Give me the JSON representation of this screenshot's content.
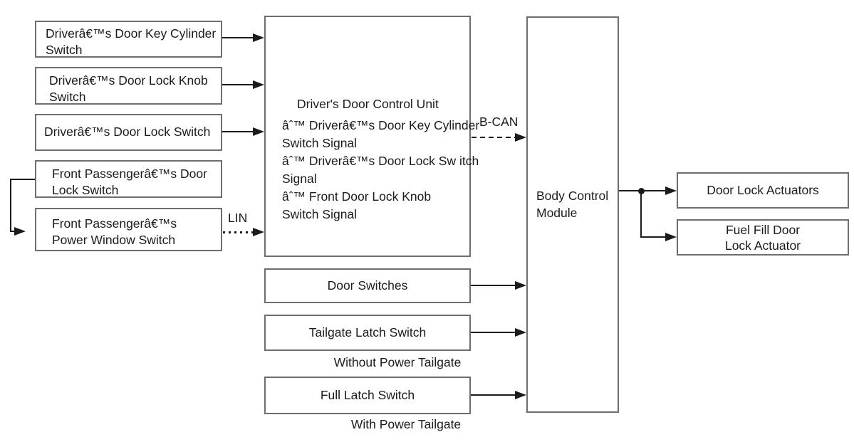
{
  "colors": {
    "border": "#6e6e6e",
    "ink": "#1b1b1b"
  },
  "left_boxes": [
    {
      "lines": [
        "Driverâ€™s Door Key Cylinder",
        "Switch"
      ]
    },
    {
      "lines": [
        "Driverâ€™s Door Lock Knob",
        "Switch"
      ]
    },
    {
      "lines": [
        "Driverâ€™s Door Lock Switch"
      ]
    },
    {
      "lines": [
        "Front Passengerâ€™s Door",
        "Lock Switch"
      ]
    },
    {
      "lines": [
        "Front Passengerâ€™s",
        "Power Window Switch"
      ]
    }
  ],
  "control_unit": {
    "title": "Driver's Door Control Unit",
    "signals": [
      {
        "lines": [
          "âˆ™ Driverâ€™s Door Key Cylinder",
          "Switch Signal"
        ]
      },
      {
        "lines": [
          "âˆ™ Driverâ€™s Door Lock Sw itch",
          "Signal"
        ]
      },
      {
        "lines": [
          "âˆ™ Front Door Lock Knob",
          "Switch Signal"
        ]
      }
    ]
  },
  "bus_labels": {
    "lin": "LIN",
    "bcan": "B-CAN"
  },
  "mid_boxes": {
    "door_switches": "Door Switches",
    "tailgate_latch": "Tailgate Latch Switch",
    "full_latch": "Full Latch Switch"
  },
  "captions": {
    "without_power_tailgate": "Without Power Tailgate",
    "with_power_tailgate": "With Power Tailgate"
  },
  "bcm": {
    "lines": [
      "Body Control",
      "Module"
    ]
  },
  "right_boxes": {
    "door_lock_actuators": {
      "lines": [
        "Door Lock Actuators"
      ]
    },
    "fuel_fill": {
      "lines": [
        "Fuel Fill Door",
        "Lock Actuator"
      ]
    }
  }
}
